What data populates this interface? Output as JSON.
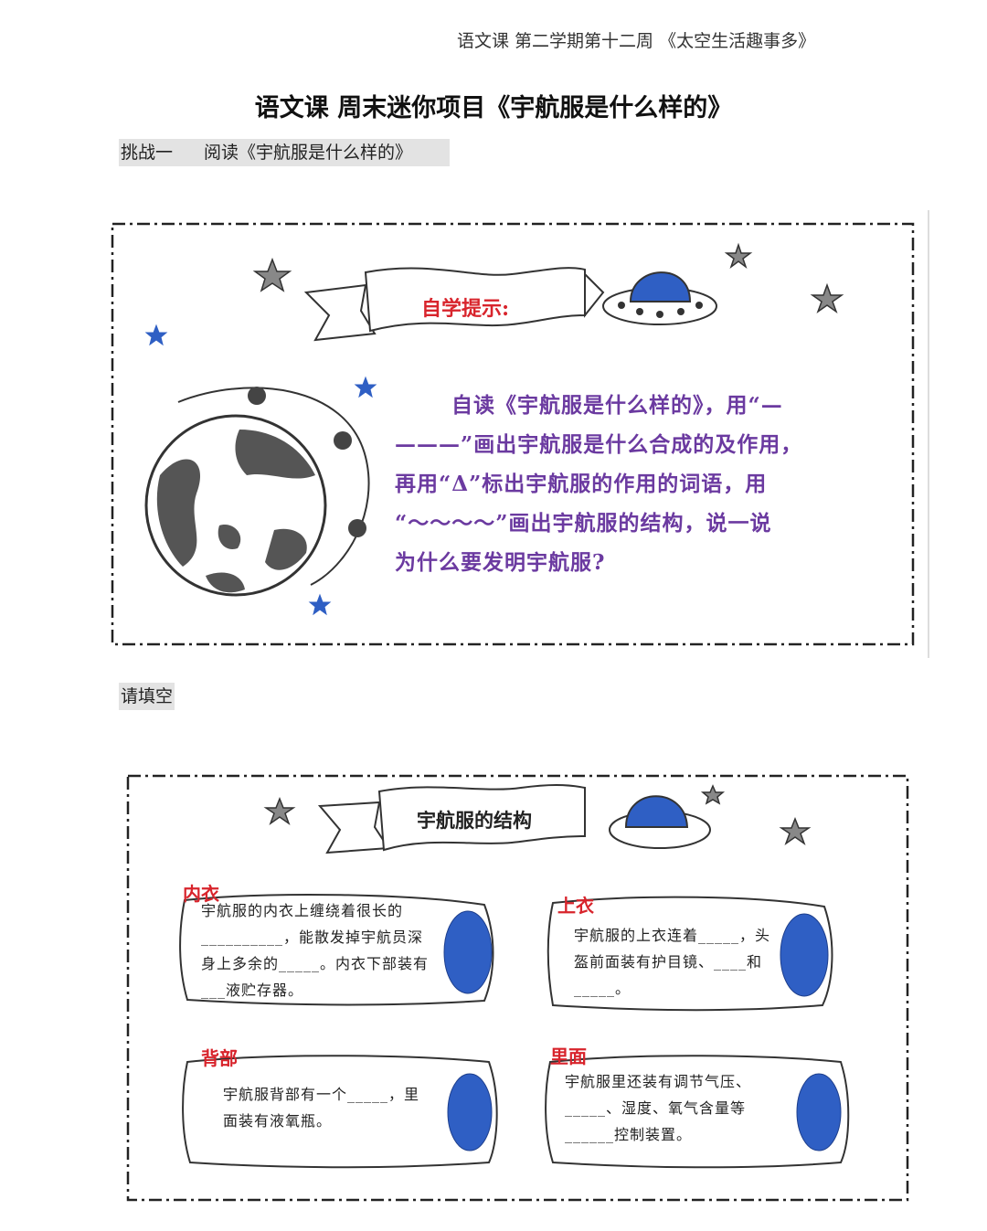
{
  "header": {
    "course": "语文课 第二学期第十二周 《太空生活趣事多》",
    "title": "语文课 周末迷你项目《宇航服是什么样的》"
  },
  "challenge": {
    "label": "挑战一",
    "task": "阅读《宇航服是什么样的》"
  },
  "study_panel": {
    "banner": "自学提示:",
    "lines": [
      "自读《宇航服是什么样的》，用“—",
      "———”画出宇航服是什么合成的及作用，",
      "再用“Δ”标出宇航服的作用的词语，用",
      "“～～～～”画出宇航服的结构，说一说",
      "为什么要发明宇航服?"
    ]
  },
  "fill_section": {
    "label": "请填空"
  },
  "structure_panel": {
    "banner": "宇航服的结构",
    "cards": [
      {
        "title": "内衣",
        "lines": [
          "宇航服的内衣上缠绕着很长的",
          "__________，能散发掉宇航员深",
          "身上多余的_____。内衣下部装有",
          "___液贮存器。"
        ]
      },
      {
        "title": "上衣",
        "lines": [
          "宇航服的上衣连着_____，头",
          "盔前面装有护目镜、____和",
          "_____。"
        ]
      },
      {
        "title": "背部",
        "lines": [
          "宇航服背部有一个_____，里",
          "面装有液氧瓶。"
        ]
      },
      {
        "title": "里面",
        "lines": [
          "宇航服里还装有调节气压、",
          "_____、湿度、氧气含量等",
          "______控制装置。"
        ]
      }
    ]
  },
  "colors": {
    "prompt_purple": "#6b3aa0",
    "accent_red": "#d8242c",
    "planet_blue": "#2f5fc4",
    "highlight_gray": "#e3e3e3"
  }
}
